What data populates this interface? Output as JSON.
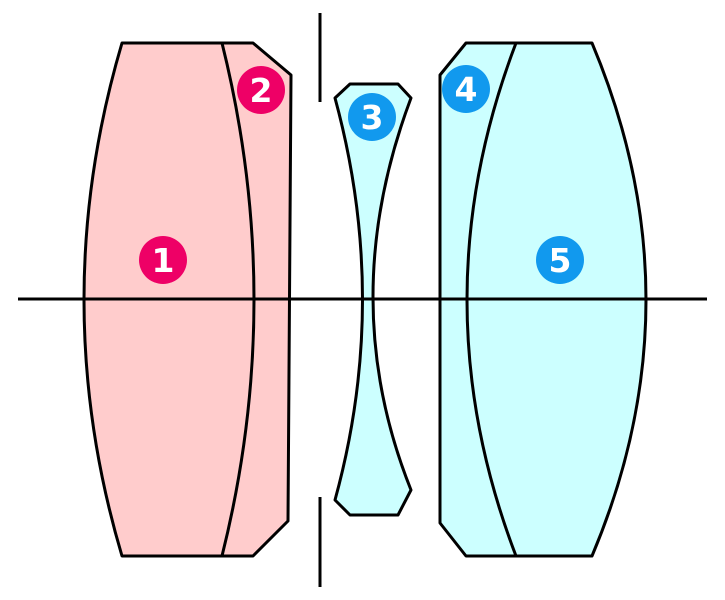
{
  "colors": {
    "front_group_fill": "#ffcccc",
    "rear_group_fill": "#ccffff",
    "front_badge": "#ee0066",
    "rear_badge": "#1199ee",
    "line": "#000000"
  },
  "elements": [
    {
      "label": "1",
      "group": "front"
    },
    {
      "label": "2",
      "group": "front"
    },
    {
      "label": "3",
      "group": "rear"
    },
    {
      "label": "4",
      "group": "rear"
    },
    {
      "label": "5",
      "group": "rear"
    }
  ]
}
